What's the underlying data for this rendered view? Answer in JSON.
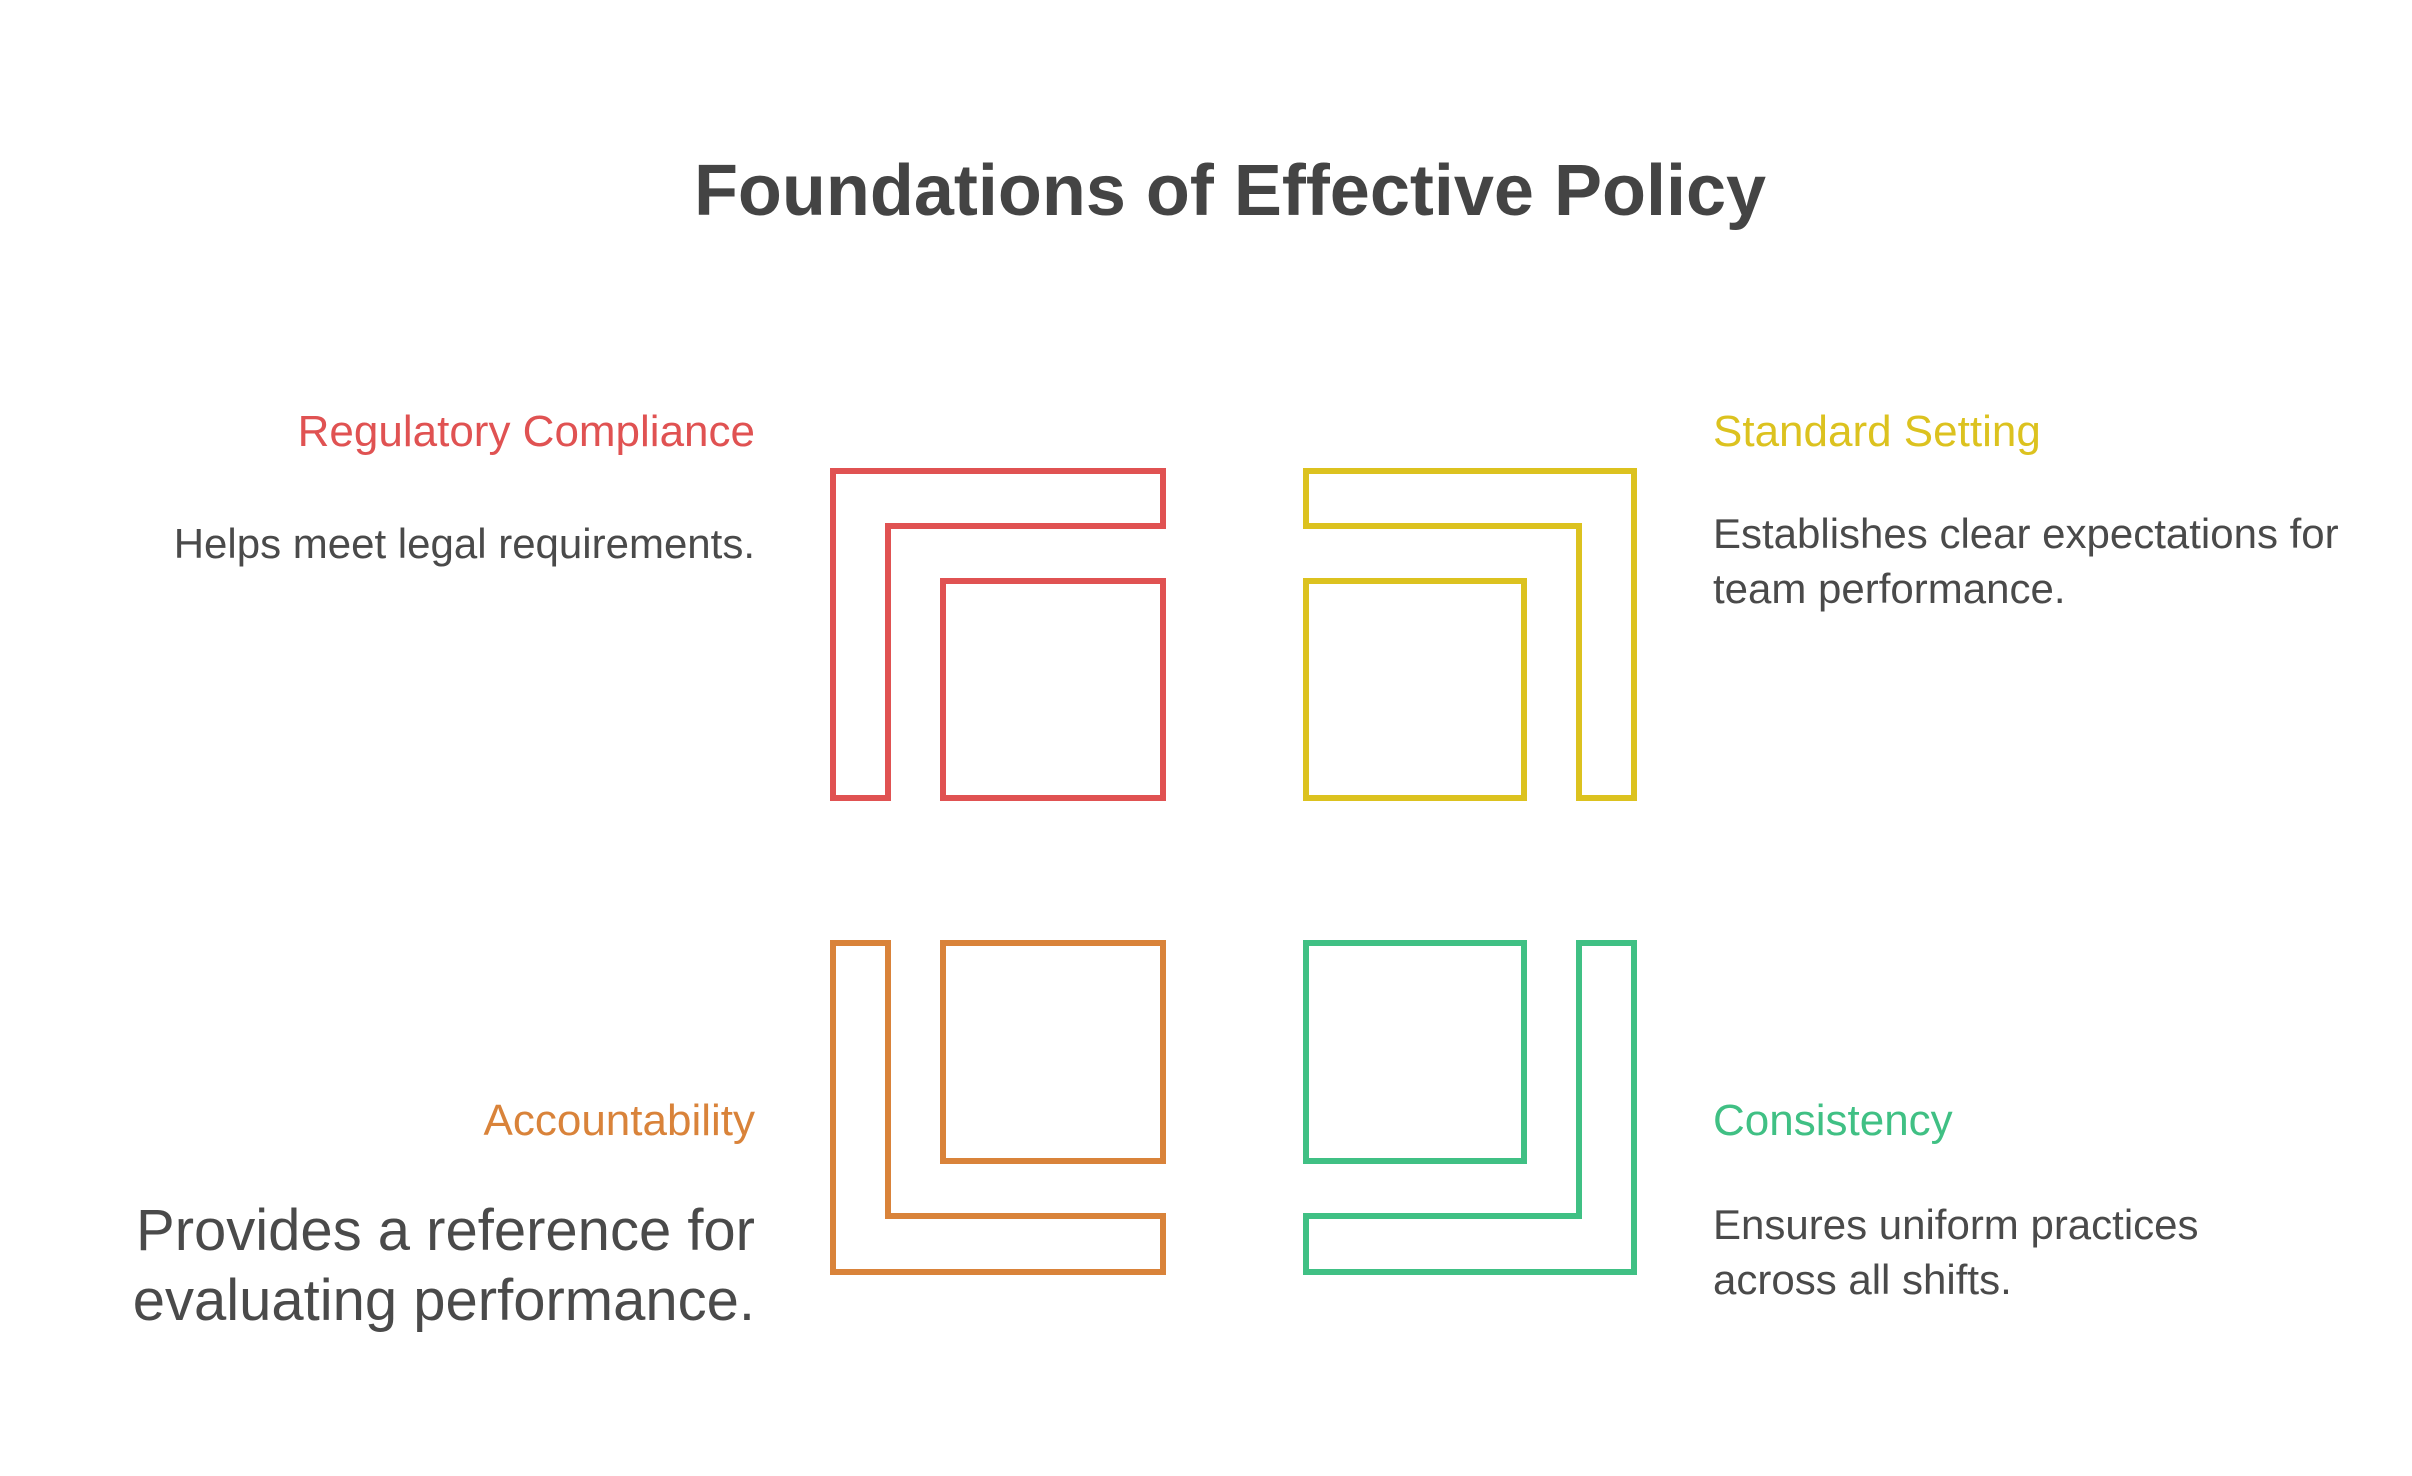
{
  "title": "Foundations of Effective Policy",
  "quadrants": [
    {
      "key": "top-left",
      "label": "Regulatory Compliance",
      "description": "Helps meet legal requirements.",
      "color": "#e05252"
    },
    {
      "key": "top-right",
      "label": "Standard Setting",
      "description": "Establishes clear expectations for team performance.",
      "color": "#dcc21f"
    },
    {
      "key": "bottom-left",
      "label": "Accountability",
      "description": "Provides a reference for evaluating performance.",
      "color": "#d9833a"
    },
    {
      "key": "bottom-right",
      "label": "Consistency",
      "description": "Ensures uniform practices across all shifts.",
      "color": "#40c084"
    }
  ]
}
